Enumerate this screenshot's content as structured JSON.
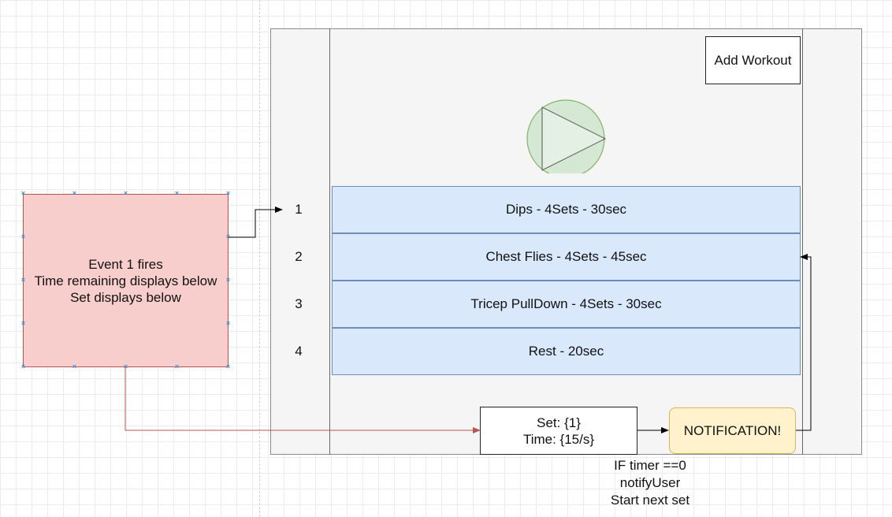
{
  "add_workout_label": "Add Workout",
  "workouts": [
    {
      "num": "1",
      "text": "Dips - 4Sets - 30sec"
    },
    {
      "num": "2",
      "text": "Chest Flies - 4Sets - 45sec"
    },
    {
      "num": "3",
      "text": "Tricep PullDown - 4Sets - 30sec"
    },
    {
      "num": "4",
      "text": "Rest - 20sec"
    }
  ],
  "event_box": {
    "line1": "Event 1 fires",
    "line2": "Time remaining displays below",
    "line3": "Set displays below"
  },
  "status_box": {
    "set_line": "Set: {1}",
    "time_line": "Time: {15/s}"
  },
  "notification_label": "NOTIFICATION!",
  "condition": {
    "line1": "IF timer ==0",
    "line2": "notifyUser",
    "line3": "Start next set"
  },
  "colors": {
    "row_fill": "#dae8fc",
    "row_stroke": "#6c8ebf",
    "event_fill": "#f8cecc",
    "event_stroke": "#b85450",
    "notification_fill": "#fff2cc",
    "notification_stroke": "#d6b656",
    "play_fill": "#d5e8d4",
    "play_stroke": "#82b366"
  },
  "icons": {
    "play": "play-icon",
    "selection_handle": "selection-handle-icon"
  }
}
